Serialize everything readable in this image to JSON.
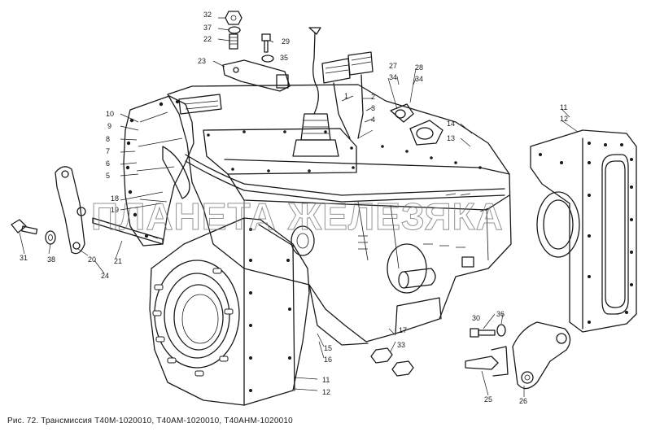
{
  "caption": "Рис. 72. Трансмиссия Т40М-1020010, Т40АМ-1020010, Т40АНМ-1020010",
  "watermark": "ПЛАНЕТА ЖЕЛЕЗЯКА",
  "colors": {
    "ink": "#1a1a1a",
    "paper": "#ffffff",
    "watermark": "#6f6f6f"
  },
  "callouts": [
    "1",
    "2",
    "3",
    "4",
    "5",
    "6",
    "7",
    "8",
    "9",
    "10",
    "11",
    "12",
    "13",
    "14",
    "15",
    "16",
    "17",
    "18",
    "19",
    "20",
    "21",
    "22",
    "23",
    "24",
    "25",
    "26",
    "27",
    "28",
    "29",
    "30",
    "31",
    "32",
    "33",
    "34",
    "35",
    "36",
    "37",
    "38"
  ]
}
